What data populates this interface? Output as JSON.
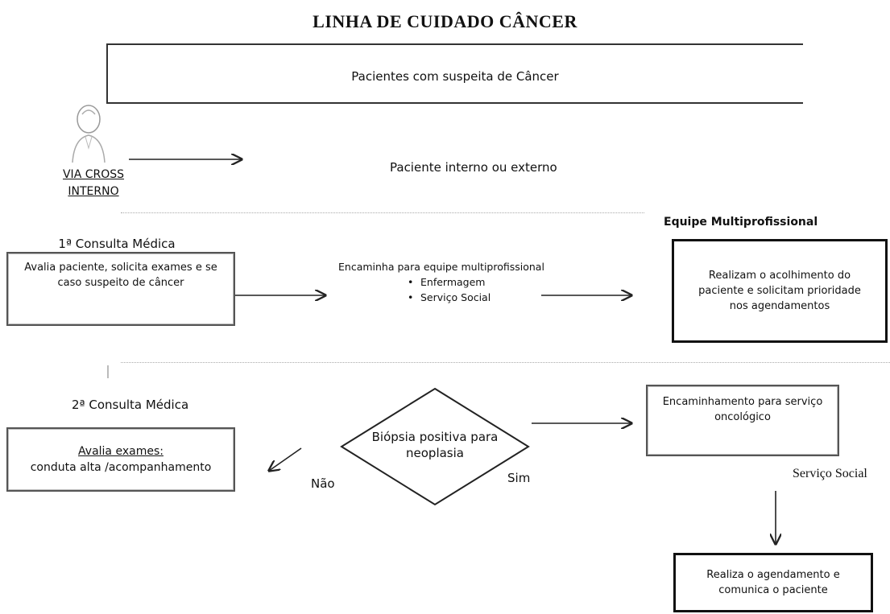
{
  "title": "LINHA DE CUIDADO CÂNCER",
  "top_box": "Pacientes com suspeita de Câncer",
  "via_cross": {
    "line1": "VIA CROSS",
    "line2": "INTERNO"
  },
  "paciente_interno_externo": "Paciente interno ou externo",
  "primeira_consulta": {
    "heading": "1ª Consulta Médica",
    "box_text": "Avalia paciente, solicita exames e se caso suspeito  de câncer"
  },
  "encaminha": {
    "heading": "Encaminha para equipe multiprofissional",
    "items": [
      "Enfermagem",
      "Serviço Social"
    ]
  },
  "equipe": {
    "heading": "Equipe Multiprofissional",
    "box_text": "Realizam o acolhimento do paciente e solicitam prioridade nos agendamentos"
  },
  "segunda_consulta": {
    "heading": "2ª Consulta Médica",
    "box_label": "Avalia exames:",
    "box_text": "conduta alta /acompanhamento"
  },
  "decision": {
    "text": "Biópsia positiva para neoplasia",
    "no": "Não",
    "yes": "Sim"
  },
  "oncologico_box": "Encaminhamento para serviço oncológico",
  "servico_social_label": "Serviço Social",
  "agendamento_box": "Realiza o agendamento e comunica o paciente",
  "colors": {
    "line": "#222222",
    "divider": "#aaaaaa"
  }
}
